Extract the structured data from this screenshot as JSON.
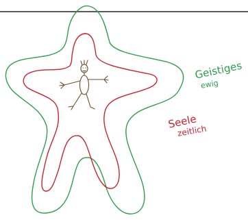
{
  "colors": {
    "outer_outline": "#2e9e4d",
    "inner_outline": "#c8232c",
    "figure": "#6b4f2a",
    "top_line": "#222222"
  },
  "labels": {
    "outer_title": "Geistiges",
    "outer_sub": "ewig",
    "inner_title": "Seele",
    "inner_sub": "zeitlich"
  }
}
